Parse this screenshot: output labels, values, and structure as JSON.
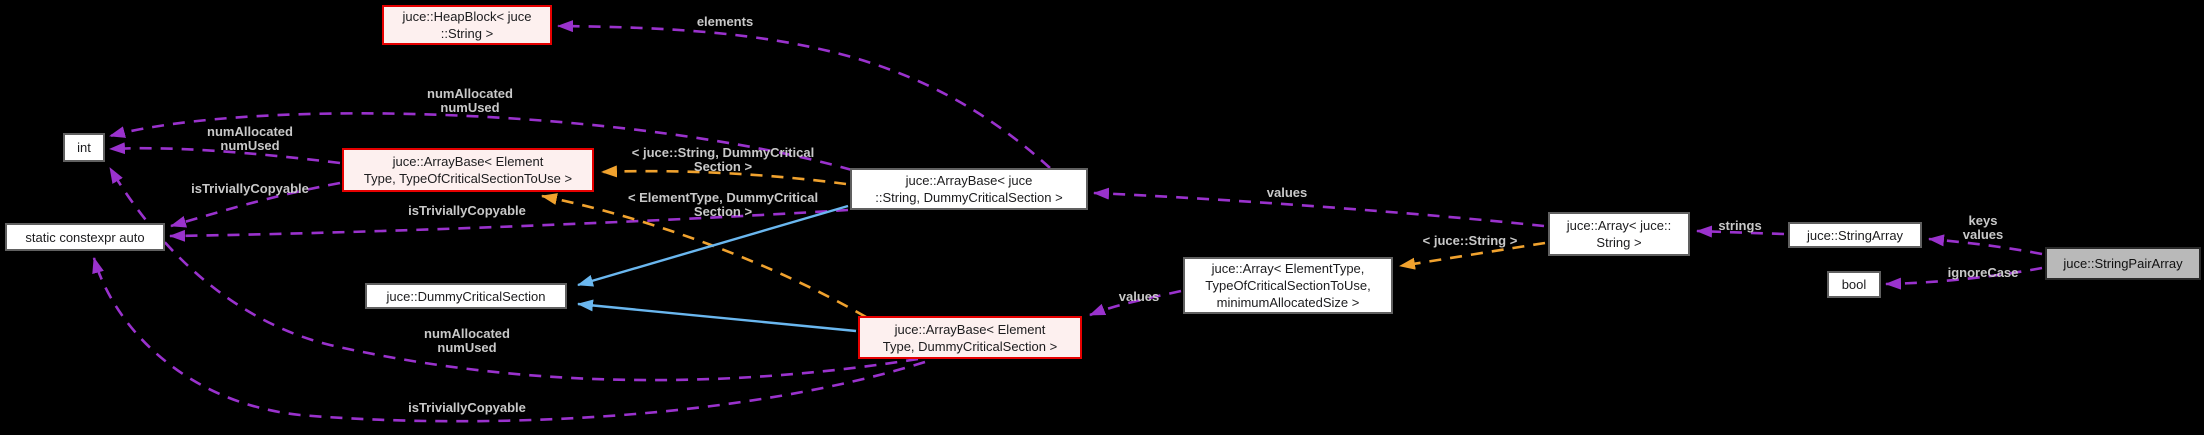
{
  "diagram": {
    "type": "collaboration-graph",
    "background_color": "#000000",
    "colors": {
      "member_edge": "#9a32cd",
      "template_edge": "#f0a22e",
      "inheritance_edge": "#6ab7ef",
      "edge_label_text": "#c8c8c8",
      "node_fill": "#ffffff",
      "node_border": "#606060",
      "highlight_node_fill": "#fdf0ef",
      "highlight_node_border": "#e60000",
      "current_node_fill": "#b9b9b9"
    },
    "nodes": [
      {
        "id": "heapblock-juce-string",
        "lines": [
          "juce::HeapBlock< juce",
          "::String >"
        ],
        "variant": "highlight"
      },
      {
        "id": "int",
        "lines": [
          "int"
        ],
        "variant": "plain"
      },
      {
        "id": "arraybase-elementtype-typeofcriticalsectiontouse",
        "lines": [
          "juce::ArrayBase< Element",
          "Type, TypeOfCriticalSectionToUse >"
        ],
        "variant": "highlight"
      },
      {
        "id": "static-constexpr-auto",
        "lines": [
          "static constexpr auto"
        ],
        "variant": "plain"
      },
      {
        "id": "dummycriticalsection",
        "lines": [
          "juce::DummyCriticalSection"
        ],
        "variant": "plain"
      },
      {
        "id": "arraybase-juce-string-dummycriticalsection",
        "lines": [
          "juce::ArrayBase< juce",
          "::String, DummyCriticalSection >"
        ],
        "variant": "plain"
      },
      {
        "id": "arraybase-elementtype-dummycriticalsection",
        "lines": [
          "juce::ArrayBase< Element",
          "Type, DummyCriticalSection >"
        ],
        "variant": "highlight"
      },
      {
        "id": "array-elementtype",
        "lines": [
          "juce::Array< ElementType,",
          "TypeOfCriticalSectionToUse,",
          "minimumAllocatedSize >"
        ],
        "variant": "plain"
      },
      {
        "id": "array-juce-string",
        "lines": [
          "juce::Array< juce::",
          "String >"
        ],
        "variant": "plain"
      },
      {
        "id": "stringarray",
        "lines": [
          "juce::StringArray"
        ],
        "variant": "plain"
      },
      {
        "id": "bool",
        "lines": [
          "bool"
        ],
        "variant": "plain"
      },
      {
        "id": "stringpairarray",
        "lines": [
          "juce::StringPairArray"
        ],
        "variant": "current"
      }
    ],
    "edge_labels": [
      {
        "id": "elements",
        "lines": [
          "elements"
        ]
      },
      {
        "id": "numallocated-numused-top",
        "lines": [
          "numAllocated",
          "numUsed"
        ]
      },
      {
        "id": "numallocated-numused-left",
        "lines": [
          "numAllocated",
          "numUsed"
        ]
      },
      {
        "id": "istriviallycopyable-left",
        "lines": [
          "isTriviallyCopyable"
        ]
      },
      {
        "id": "istriviallycopyable-mid",
        "lines": [
          "isTriviallyCopyable"
        ]
      },
      {
        "id": "template-args-juce-string-dummycriticalsection",
        "lines": [
          "< juce::String, DummyCritical",
          "Section >"
        ]
      },
      {
        "id": "template-args-elementtype-dummycriticalsection",
        "lines": [
          "< ElementType, DummyCritical",
          "Section >"
        ]
      },
      {
        "id": "values-string",
        "lines": [
          "values"
        ]
      },
      {
        "id": "template-args-juce-string",
        "lines": [
          "< juce::String >"
        ]
      },
      {
        "id": "strings",
        "lines": [
          "strings"
        ]
      },
      {
        "id": "keys-values",
        "lines": [
          "keys",
          "values"
        ]
      },
      {
        "id": "ignorecase",
        "lines": [
          "ignoreCase"
        ]
      },
      {
        "id": "values-elementtype",
        "lines": [
          "values"
        ]
      },
      {
        "id": "numallocated-numused-bottom",
        "lines": [
          "numAllocated",
          "numUsed"
        ]
      },
      {
        "id": "istriviallycopyable-bottom",
        "lines": [
          "isTriviallyCopyable"
        ]
      }
    ]
  }
}
